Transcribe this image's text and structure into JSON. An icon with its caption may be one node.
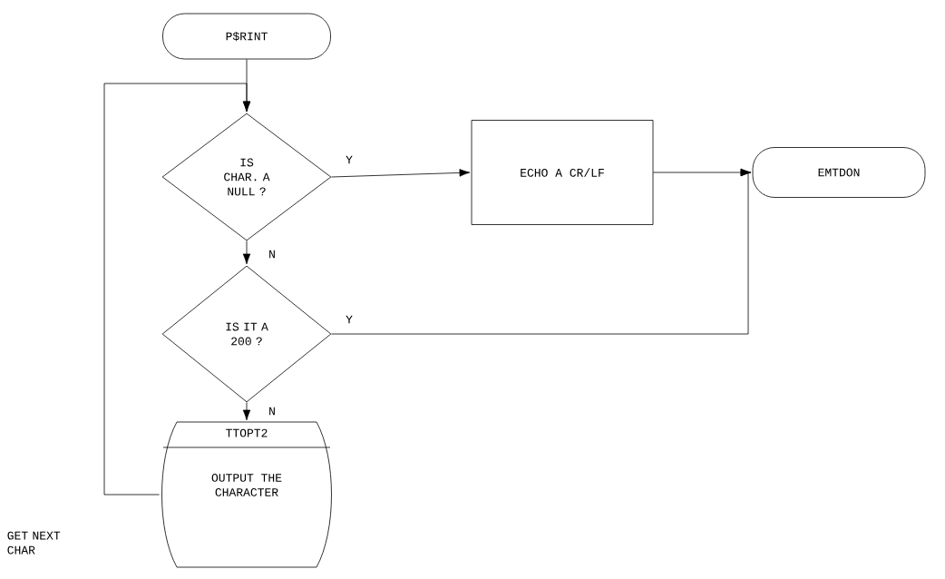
{
  "diagram": {
    "nodes": [
      {
        "text": [
          "P$RINT"
        ]
      },
      {
        "text": [
          "IS CHAR. A NULL ?"
        ]
      },
      {
        "text": [
          "ECHO A CR/LF"
        ]
      },
      {
        "text": [
          "EMTDON"
        ]
      },
      {
        "text": [
          "IS IT A 200 ?"
        ]
      },
      {
        "text": [
          "TTOPT2",
          "OUTPUT THE CHARACTER"
        ]
      }
    ],
    "edges": [
      {
        "from": 0,
        "to": 1,
        "arrow": "to"
      },
      {
        "from": 1,
        "to": 2,
        "arrow": "to",
        "label": "Y"
      },
      {
        "from": 1,
        "to": 4,
        "arrow": "to",
        "label": "N"
      },
      {
        "from": 2,
        "to": 3,
        "arrow": "to"
      },
      {
        "from": 4,
        "to": 3,
        "arrow": "to",
        "label": "Y"
      },
      {
        "from": 4,
        "to": 5,
        "arrow": "to",
        "label": "N"
      },
      {
        "from": 5,
        "to": 1,
        "arrow": "to"
      }
    ],
    "labels": [
      "GET NEXT CHAR"
    ]
  }
}
